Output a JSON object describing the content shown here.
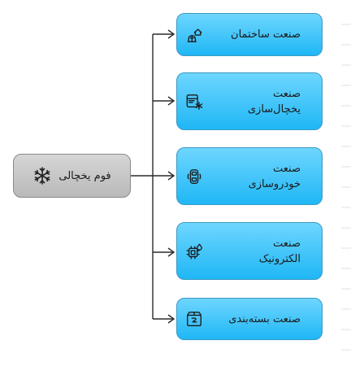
{
  "root": {
    "label": "فوم یخچالی",
    "icon": "snowflake-icon"
  },
  "leaves": [
    {
      "label": "صنعت ساختمان",
      "icon": "building-construction-icon"
    },
    {
      "label": "صنعت\nیخچال‌سازی",
      "icon": "refrigerator-snowflake-icon"
    },
    {
      "label": "صنعت\nخودروسازی",
      "icon": "car-top-view-icon"
    },
    {
      "label": "صنعت\nالکترونیک",
      "icon": "microchip-icon"
    },
    {
      "label": "صنعت بسته‌بندی",
      "icon": "package-box-icon"
    }
  ],
  "colors": {
    "leaf_fill_top": "#6ed6ff",
    "leaf_fill_bottom": "#1fb7f5",
    "leaf_border": "#3c9ac2",
    "root_fill": "#c8c8c8",
    "connector": "#2b2b2b"
  }
}
